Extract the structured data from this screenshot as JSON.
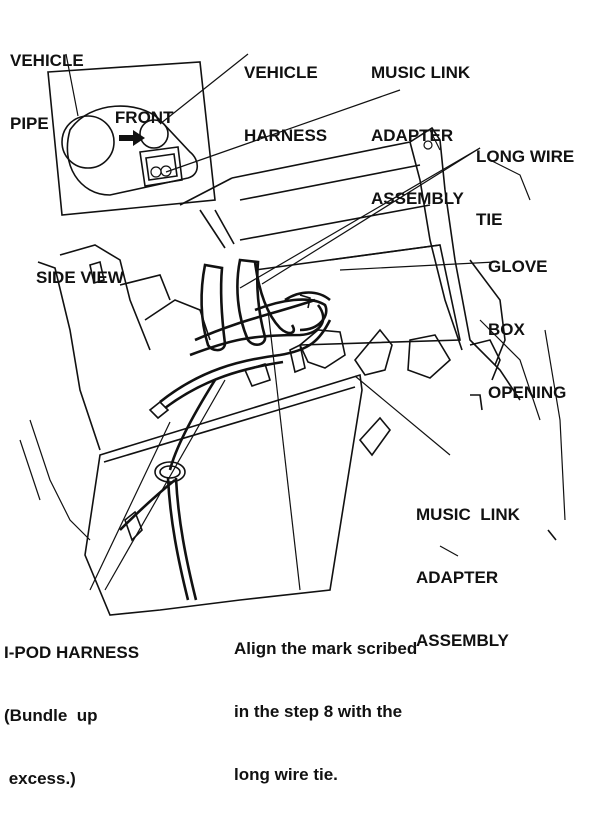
{
  "labels": {
    "vehicle_pipe": [
      "VEHICLE",
      "PIPE"
    ],
    "vehicle_harness": [
      "VEHICLE",
      "HARNESS"
    ],
    "music_link_top": [
      "MUSIC LINK",
      "ADAPTER",
      "ASSEMBLY"
    ],
    "front": "FRONT",
    "long_wire_tie": [
      "LONG WIRE",
      "TIE"
    ],
    "side_view": "SIDE VIEW",
    "glove_box_opening": [
      "GLOVE",
      "BOX",
      "OPENING"
    ],
    "music_link_bottom": [
      "MUSIC  LINK",
      "ADAPTER",
      "ASSEMBLY"
    ],
    "ipod_harness": [
      "I-POD HARNESS",
      "(Bundle  up",
      " excess.)"
    ],
    "align_note": [
      "Align the mark scribed",
      "in the step 8 with the",
      "long wire tie."
    ]
  },
  "icons": {
    "front_arrow": "right-arrow-icon"
  }
}
